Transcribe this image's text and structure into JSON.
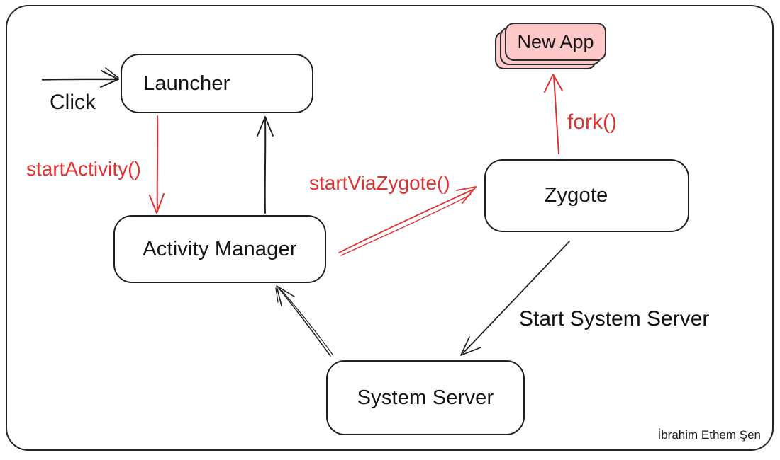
{
  "nodes": {
    "launcher": {
      "label": "Launcher"
    },
    "activity_manager": {
      "label": "Activity Manager"
    },
    "zygote": {
      "label": "Zygote"
    },
    "system_server": {
      "label": "System Server"
    },
    "new_app": {
      "label": "New App"
    }
  },
  "edge_labels": {
    "click": "Click",
    "start_activity": "startActivity()",
    "start_via_zygote": "startViaZygote()",
    "fork": "fork()",
    "start_system_server": "Start System Server"
  },
  "credit": "İbrahim Ethem Şen",
  "colors": {
    "stroke": "#1e1e1e",
    "accent_red": "#e03131",
    "new_app_fill": "#ffc9c9",
    "background": "#ffffff"
  }
}
